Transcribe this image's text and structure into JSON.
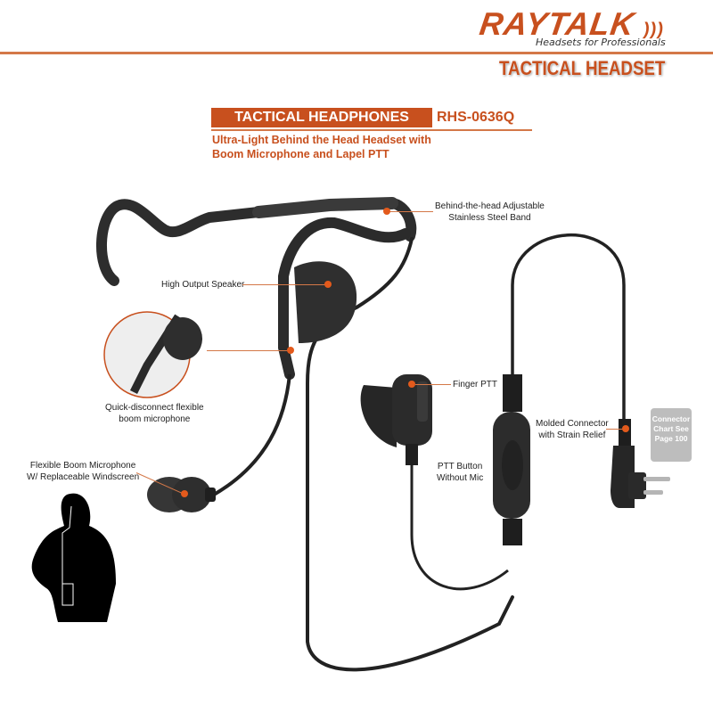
{
  "header": {
    "brand_name": "RAYTALK",
    "brand_tagline": "Headsets for Professionals",
    "category_banner": "TACTICAL HEADSET",
    "accent_color": "#c8501e"
  },
  "product": {
    "title": "TACTICAL HEADPHONES",
    "model": "RHS-0636Q",
    "subtitle_line1": "Ultra-Light Behind the Head Headset with",
    "subtitle_line2": "Boom Microphone and Lapel PTT"
  },
  "callouts": {
    "band_line1": "Behind-the-head Adjustable",
    "band_line2": "Stainless Steel Band",
    "speaker": "High Output Speaker",
    "quick_disconnect_line1": "Quick-disconnect flexible",
    "quick_disconnect_line2": "boom microphone",
    "boom_mic_line1": "Flexible Boom Microphone",
    "boom_mic_line2": "W/ Replaceable Windscreen",
    "finger_ptt": "Finger PTT",
    "ptt_button_line1": "PTT Button",
    "ptt_button_line2": "Without Mic",
    "connector_line1": "Molded Connector",
    "connector_line2": "with Strain Relief"
  },
  "connector_chart": {
    "line1": "Connector",
    "line2": "Chart See",
    "line3": "Page 100"
  }
}
